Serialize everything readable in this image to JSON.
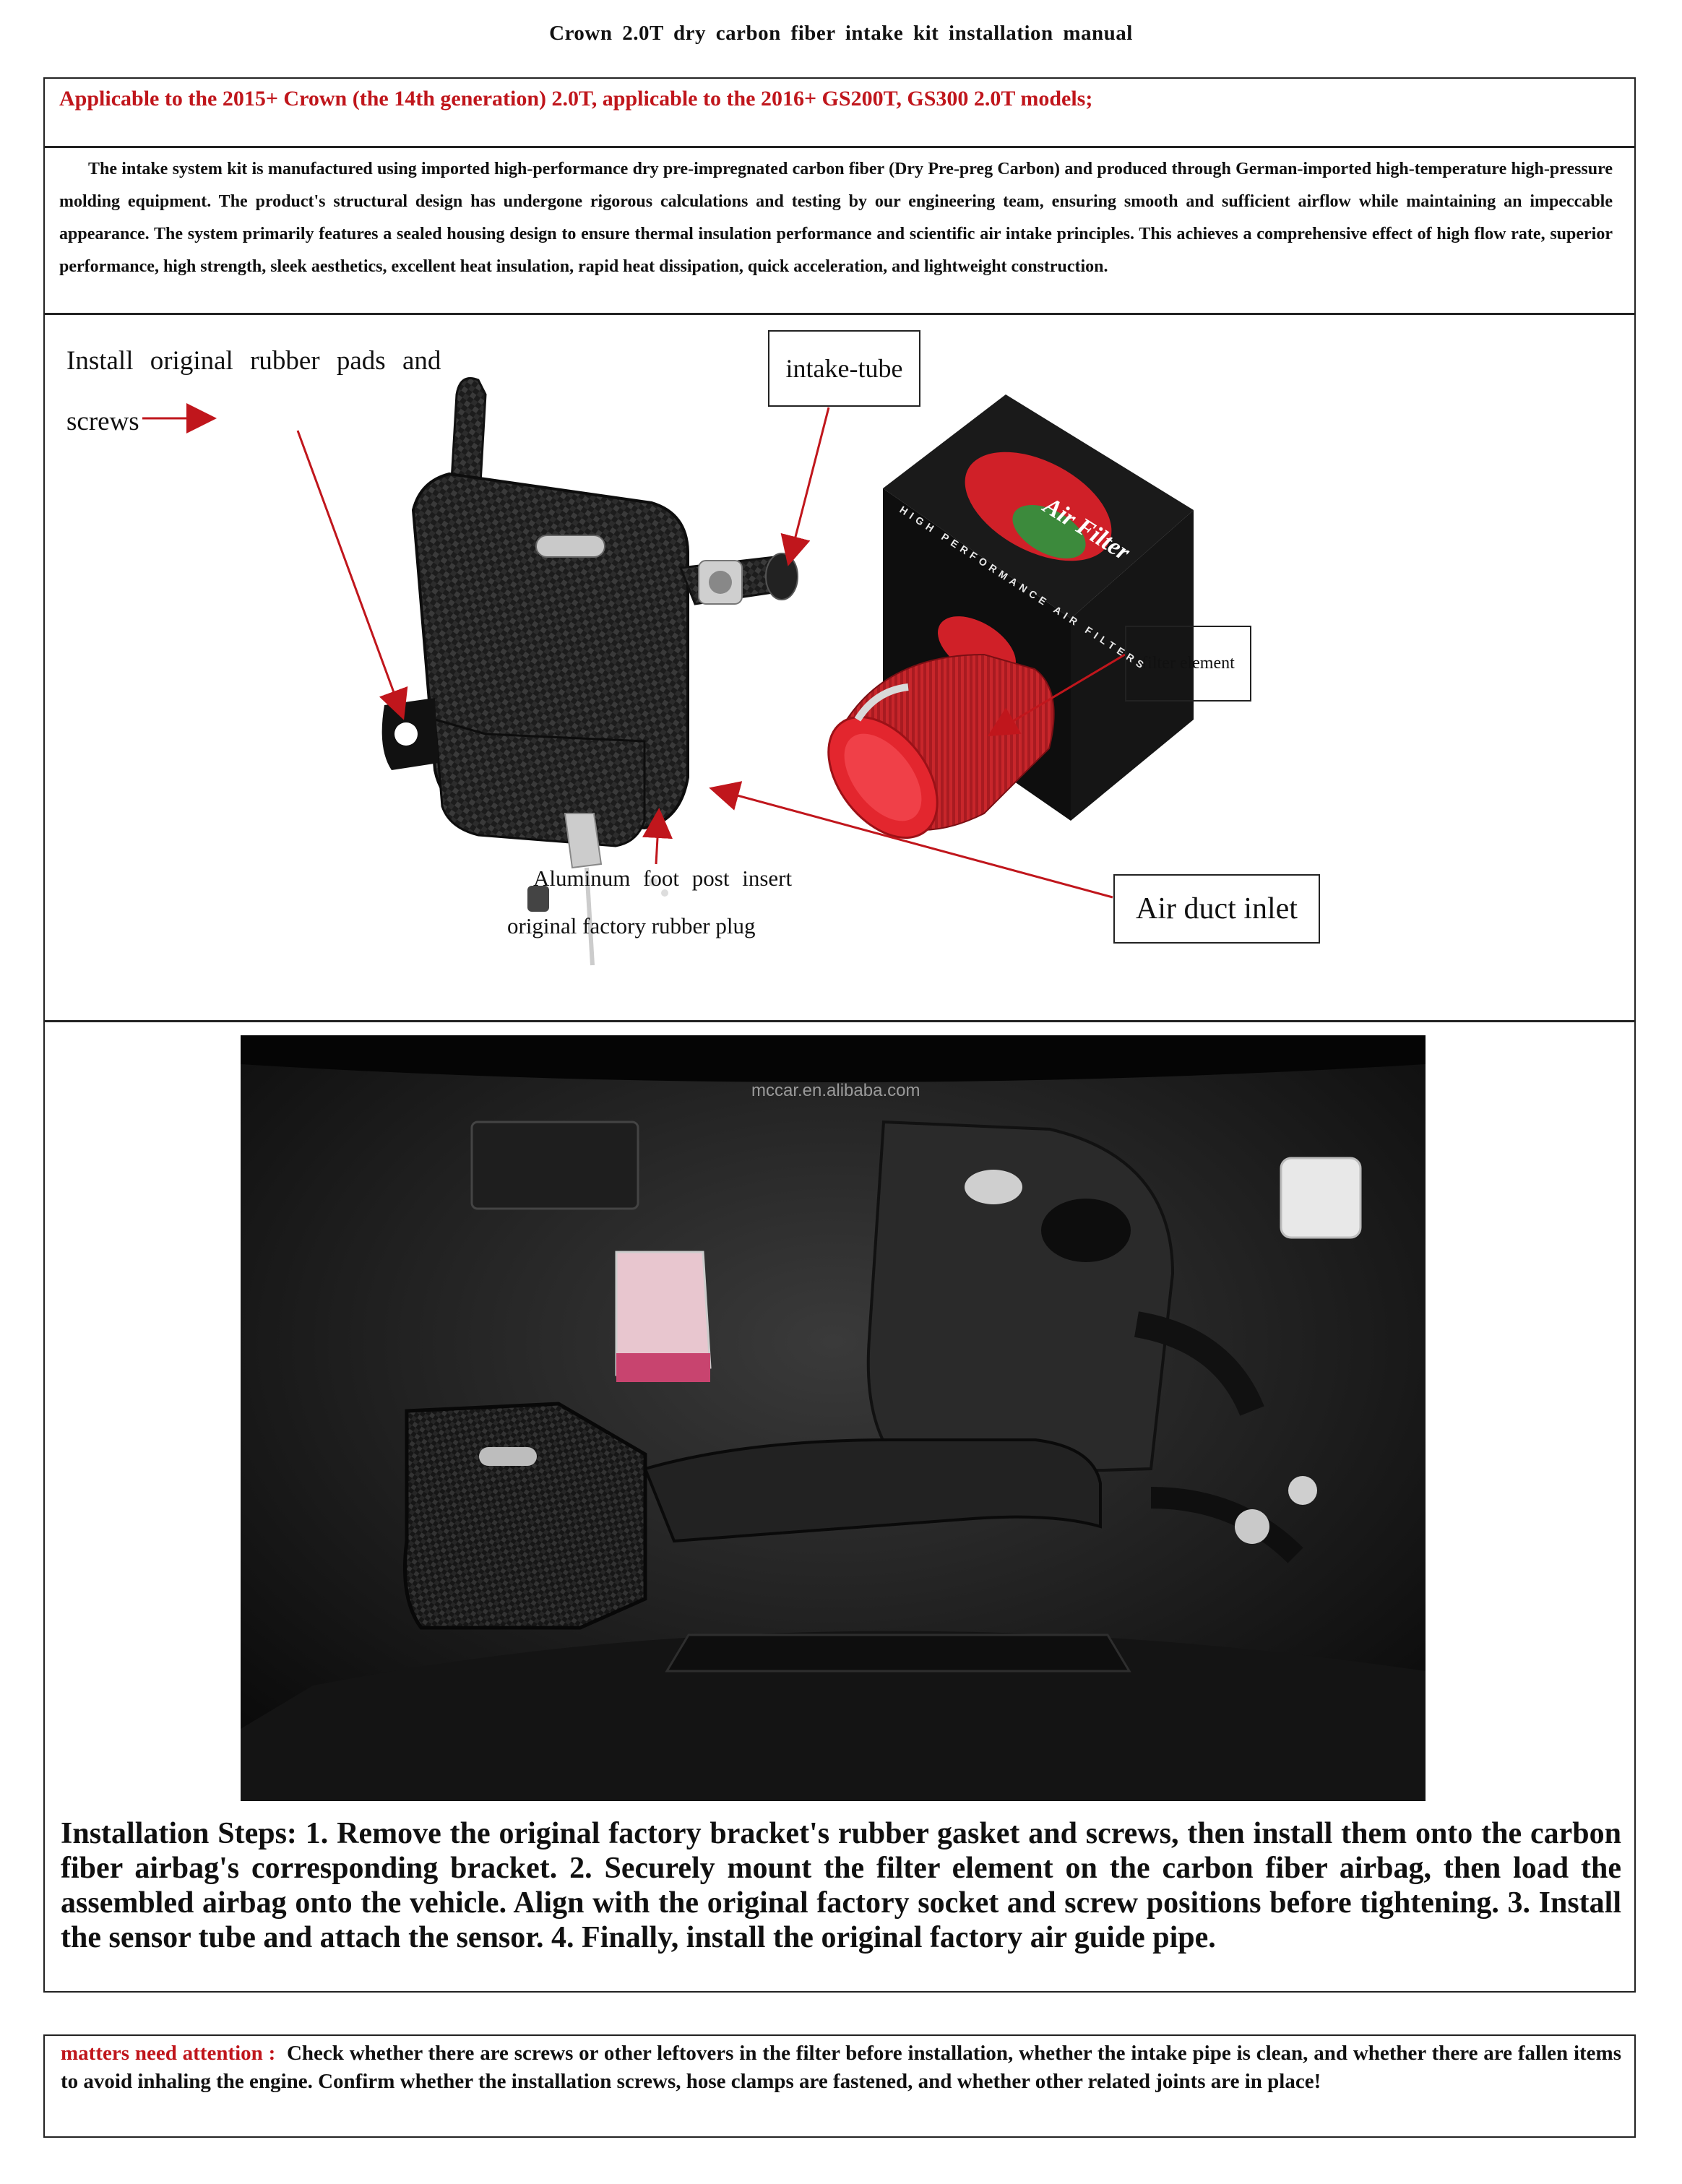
{
  "document": {
    "title": "Crown 2.0T dry carbon fiber intake kit installation manual",
    "applicable": "Applicable to the 2015+ Crown (the 14th generation) 2.0T, applicable to the 2016+ GS200T, GS300 2.0T models;",
    "intro": "The intake system kit is manufactured using imported high-performance dry pre-impregnated carbon fiber (Dry Pre-preg Carbon) and produced through German-imported high-temperature high-pressure molding equipment. The product's structural design has undergone rigorous calculations and testing by our engineering team, ensuring smooth and sufficient airflow while maintaining an impeccable appearance. The system primarily features a sealed housing design to ensure thermal insulation performance and scientific air intake principles. This achieves a comprehensive effect of high flow rate, superior performance, high strength, sleek aesthetics, excellent heat insulation, rapid heat dissipation, quick acceleration, and lightweight construction."
  },
  "parts_diagram": {
    "label_rubber_pads_line1": "Install original rubber pads and",
    "label_rubber_pads_line2": "screws",
    "label_intake_tube": "intake-tube",
    "label_filter_element": "filter element",
    "label_aluminum_foot": "Aluminum foot post insert",
    "label_rubber_plug": "original factory rubber plug",
    "label_air_duct_inlet": "Air duct inlet",
    "box_text_brand": "Air Filter",
    "box_text_side": "HIGH PERFORMANCE AIR FILTERS",
    "arrow_color": "#c0161c",
    "filter_color": "#d8232a"
  },
  "engine_photo": {
    "watermark": "mccar.en.alibaba.com"
  },
  "installation": {
    "steps": "Installation Steps: 1. Remove the original factory bracket's rubber gasket and screws, then install them onto the carbon fiber airbag's corresponding bracket. 2. Securely mount the filter element on the carbon fiber airbag, then load the assembled airbag onto the vehicle. Align with the original factory socket and screw positions before tightening. 3. Install the sensor tube and attach the sensor. 4. Finally, install the original factory air guide pipe."
  },
  "notes": {
    "label": "matters need attention :",
    "text": "Check whether there are screws or other leftovers in the filter before installation, whether the intake pipe is clean, and whether there are fallen items to avoid inhaling the engine. Confirm whether the installation screws, hose clamps are fastened, and whether other related joints are in place!"
  },
  "colors": {
    "accent_red": "#c0161c",
    "border": "#222222"
  }
}
